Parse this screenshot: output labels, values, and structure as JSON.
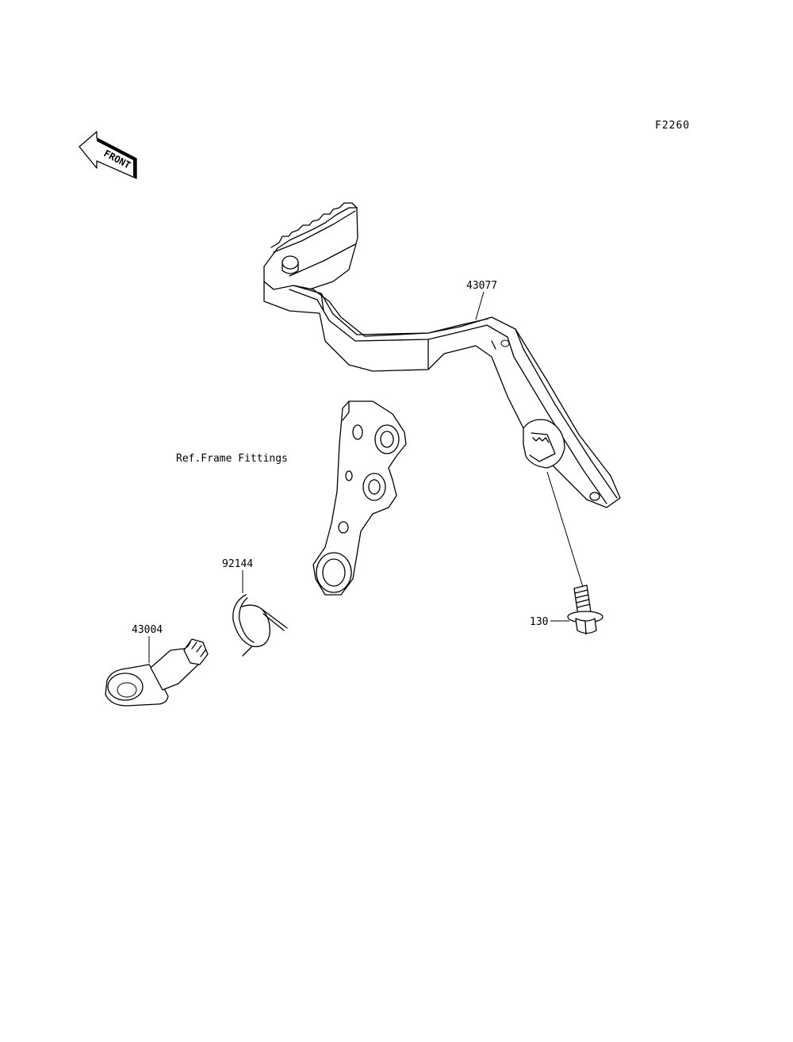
{
  "figure_code": "F2260",
  "front_badge": "FRONT",
  "parts": [
    {
      "number": "43077"
    },
    {
      "number": "92144"
    },
    {
      "number": "43004"
    },
    {
      "number": "130"
    }
  ],
  "reference_note": "Ref.Frame Fittings"
}
